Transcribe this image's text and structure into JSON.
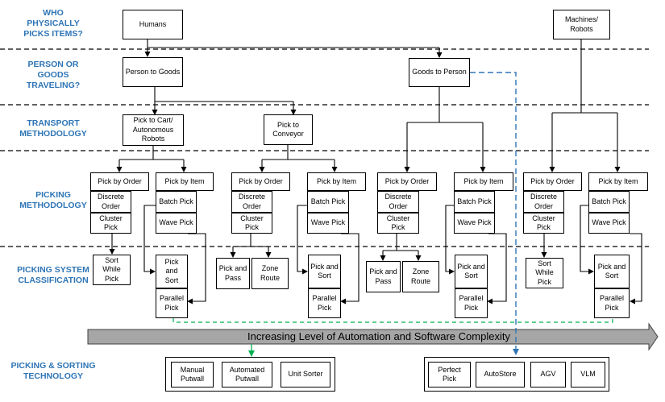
{
  "row_labels": {
    "who": "WHO PHYSICALLY PICKS ITEMS?",
    "travel": "PERSON OR GOODS TRAVELING?",
    "transport": "TRANSPORT METHODOLOGY",
    "picking": "PICKING METHODOLOGY",
    "system": "PICKING SYSTEM CLASSIFICATION",
    "tech": "PICKING & SORTING TECHNOLOGY"
  },
  "nodes": {
    "humans": "Humans",
    "machines": "Machines/ Robots",
    "person_to_goods": "Person to Goods",
    "goods_to_person": "Goods to Person",
    "pick_to_cart": "Pick to Cart/ Autonomous Robots",
    "pick_to_conveyor": "Pick to Conveyor"
  },
  "methods": {
    "pick_by_order": "Pick by Order",
    "pick_by_item": "Pick by Item",
    "discrete_order": "Discrete Order",
    "cluster_pick": "Cluster Pick",
    "batch_pick": "Batch Pick",
    "wave_pick": "Wave Pick"
  },
  "systems": {
    "sort_while_pick": "Sort While Pick",
    "pick_and_sort": "Pick and Sort",
    "parallel_pick": "Parallel Pick",
    "pick_and_pass": "Pick and Pass",
    "zone_route": "Zone Route"
  },
  "banner": "Increasing Level of Automation and Software Complexity",
  "technologies": {
    "manual_putwall": "Manual Putwall",
    "automated_putwall": "Automated Putwall",
    "unit_sorter": "Unit Sorter",
    "perfect_pick": "Perfect Pick",
    "autostore": "AutoStore",
    "agv": "AGV",
    "vlm": "VLM"
  },
  "colors": {
    "label_blue": "#2E75B6",
    "dashed_blue": "#2E75B6",
    "dashed_green": "#00B050",
    "banner_fill": "#A6A6A6"
  }
}
